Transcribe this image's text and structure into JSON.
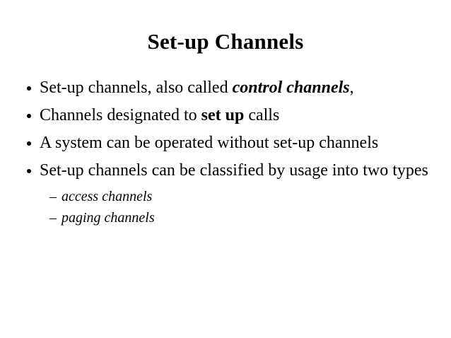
{
  "slide": {
    "title": "Set-up Channels",
    "background_color": "#ffffff",
    "text_color": "#000000",
    "bullet_marker": "•",
    "sub_bullet_marker": "–",
    "bullets": [
      {
        "marker": "•",
        "parts": [
          {
            "text": "Set-up channels, also called ",
            "style": "normal"
          },
          {
            "text": "control channels",
            "style": "bold-italic"
          },
          {
            "text": ",",
            "style": "normal"
          }
        ]
      },
      {
        "marker": "•",
        "parts": [
          {
            "text": "Channels designated to ",
            "style": "normal"
          },
          {
            "text": "set up",
            "style": "bold"
          },
          {
            "text": " calls",
            "style": "normal"
          }
        ]
      },
      {
        "marker": "•",
        "parts": [
          {
            "text": "A system can be operated without set-up channels",
            "style": "normal"
          }
        ]
      },
      {
        "marker": "•",
        "parts": [
          {
            "text": "Set-up channels can be classified by usage into two types",
            "style": "normal"
          }
        ]
      }
    ],
    "sub_bullets": [
      {
        "marker": "–",
        "text": "access channels"
      },
      {
        "marker": "–",
        "text": "paging channels"
      }
    ]
  }
}
